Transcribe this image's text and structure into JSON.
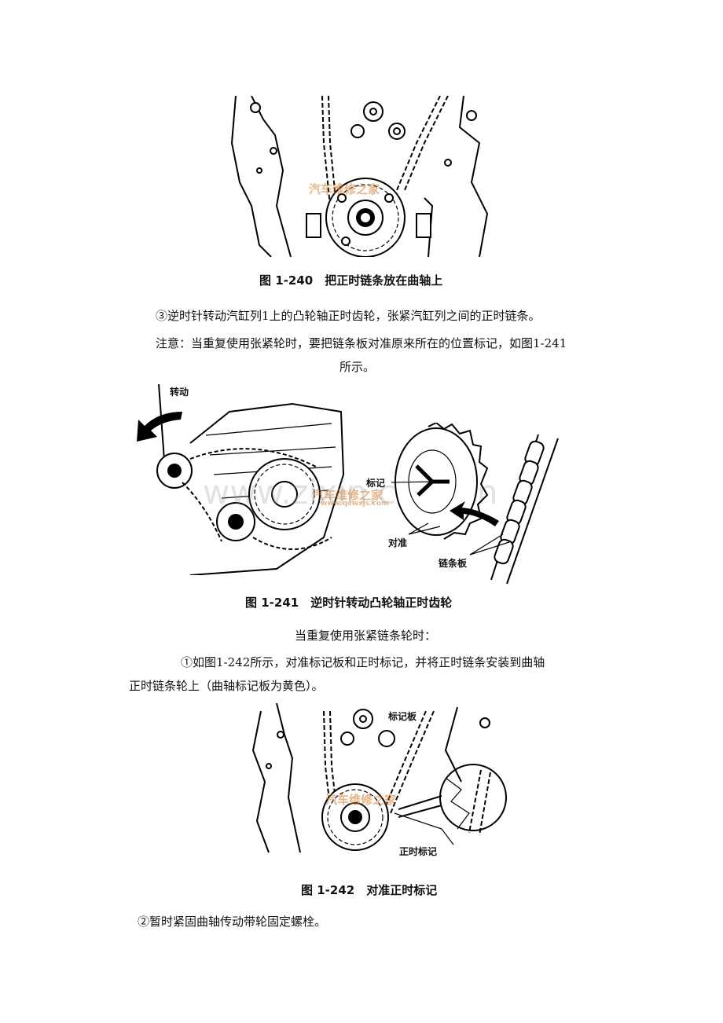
{
  "figure_240": {
    "caption": "图 1-240　把正时链条放在曲轴上",
    "watermark": "汽车维修之家"
  },
  "text_1": "③逆时针转动汽缸列1上的凸轮轴正时齿轮，张紧汽缸列之间的正时链条。",
  "note_line_1": "注意：当重复使用张紧轮时，要把链条板对准原来所在的位置标记，如图1-241",
  "note_line_2": "所示。",
  "figure_241": {
    "caption": "图 1-241　逆时针转动凸轮轴正时齿轮",
    "label_rotate": "转动",
    "label_mark": "标记",
    "label_align": "对准",
    "label_chain_plate": "链条板",
    "watermark": "汽车维修之家",
    "watermark_url": "www.qcwxjs.com",
    "watermark_bg": "www.zixin.com.cn"
  },
  "text_2": "当重复使用张紧链条轮时：",
  "text_3_line_1": "①如图1-242所示，对准标记板和正时标记，并将正时链条安装到曲轴",
  "text_3_line_2": "正时链条轮上（曲轴标记板为黄色）。",
  "figure_242": {
    "caption": "图 1-242　对准正时标记",
    "label_mark_plate": "标记板",
    "label_timing_mark": "正时标记",
    "watermark": "汽车维修之家"
  },
  "text_4": "②暂时紧固曲轴传动带轮固定螺栓。"
}
